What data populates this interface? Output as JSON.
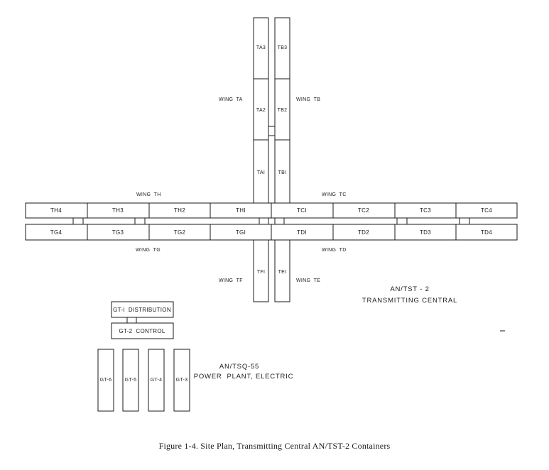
{
  "containers": {
    "ta3": "TA3",
    "ta2": "TA2",
    "ta1": "TAI",
    "tb3": "TB3",
    "tb2": "TB2",
    "tb1": "TBI",
    "th4": "TH4",
    "th3": "TH3",
    "th2": "TH2",
    "th1": "THI",
    "tc1": "TCI",
    "tc2": "TC2",
    "tc3": "TC3",
    "tc4": "TC4",
    "tg4": "TG4",
    "tg3": "TG3",
    "tg2": "TG2",
    "tg1": "TGI",
    "td1": "TDI",
    "td2": "TD2",
    "td3": "TD3",
    "td4": "TD4",
    "tf1": "TFI",
    "te1": "TEI",
    "gt1": "GT-I  DISTRIBUTION",
    "gt2": "GT-2  CONTROL",
    "gt6": "GT-6",
    "gt5": "GT-5",
    "gt4": "GT-4",
    "gt3": "GT-3"
  },
  "wings": {
    "ta": "WING  TA",
    "tb": "WING  TB",
    "th": "WING  TH",
    "tc": "WING  TC",
    "tg": "WING  TG",
    "td": "WING  TD",
    "tf": "WING  TF",
    "te": "WING  TE"
  },
  "systems": {
    "transmitting_line1": "AN/TST - 2",
    "transmitting_line2": "TRANSMITTING CENTRAL",
    "power_line1": "AN/TSQ-55",
    "power_line2": "POWER  PLANT, ELECTRIC"
  },
  "caption": "Figure 1-4.  Site Plan, Transmitting Central AN/TST-2 Containers"
}
